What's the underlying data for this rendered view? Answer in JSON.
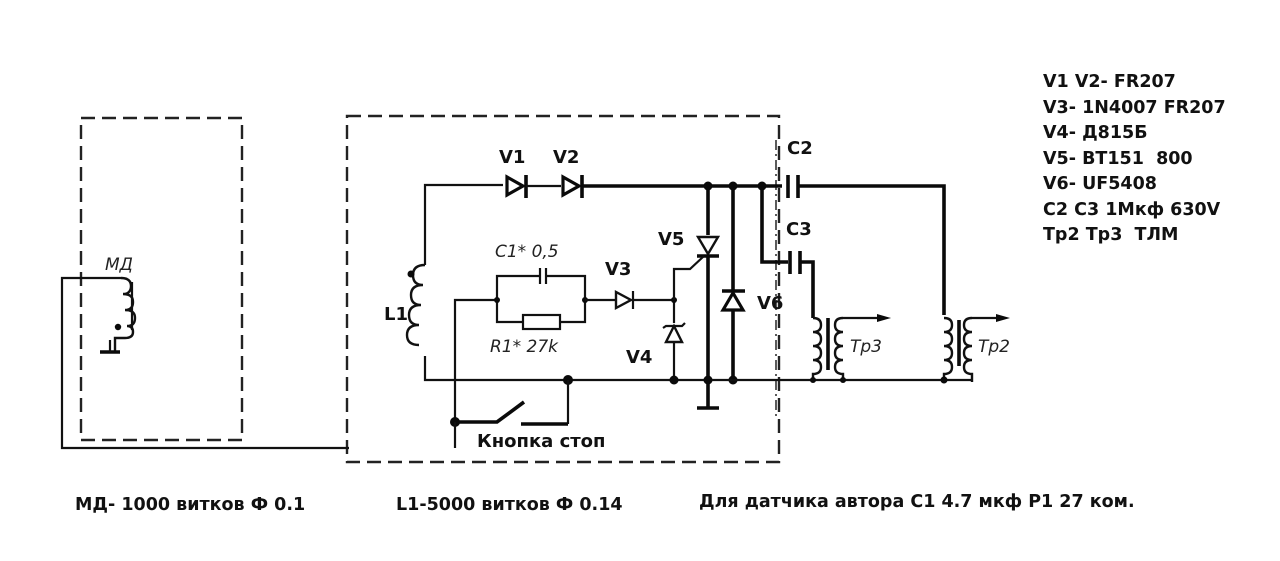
{
  "labels": {
    "md": "МД",
    "l1": "L1",
    "v1": "V1",
    "v2": "V2",
    "v3": "V3",
    "v4": "V4",
    "v5": "V5",
    "v6": "V6",
    "c1": "C1* 0,5",
    "r1": "R1* 27k",
    "c2": "C2",
    "c3": "C3",
    "tr3": "Тр3",
    "tr2": "Тр2",
    "stop_button": "Кнопка стоп"
  },
  "parts_list": [
    "V1 V2- FR207",
    "V3- 1N4007 FR207",
    "V4- Д815Б",
    "V5- BT151  800",
    "V6- UF5408",
    "C2 C3 1Мкф 630V",
    "Тр2 Тр3  ТЛМ"
  ],
  "footer": {
    "md_spec": "МД- 1000 витков Ф 0.1",
    "l1_spec": "L1-5000 витков Ф 0.14",
    "author_note": "Для датчика автора С1 4.7 мкф Р1 27 ком."
  }
}
